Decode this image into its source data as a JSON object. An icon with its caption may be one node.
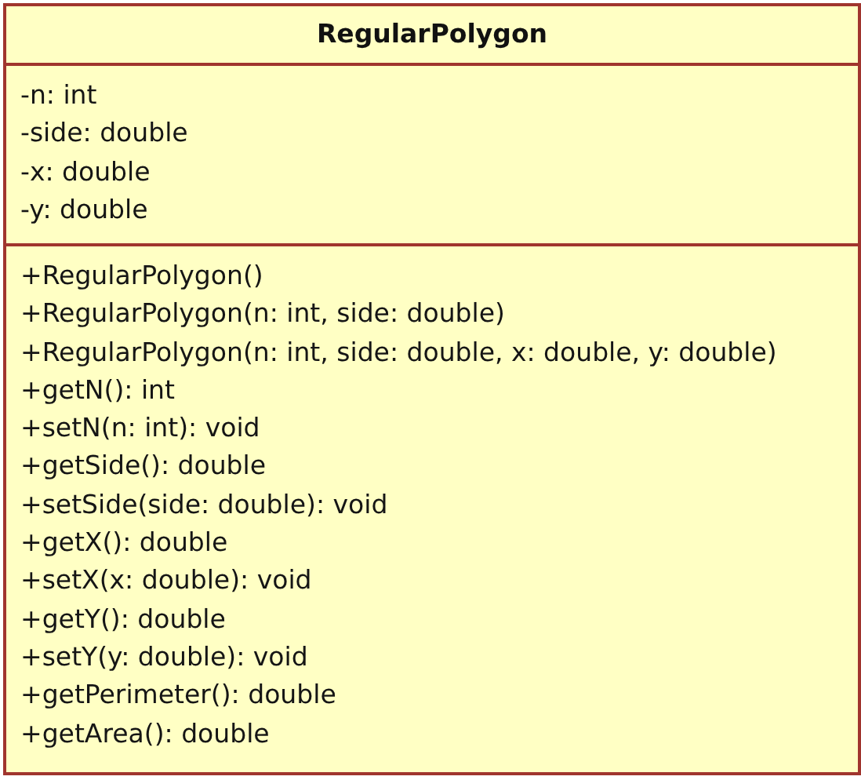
{
  "diagram": {
    "nodes": [
      {
        "text": [
          "RegularPolygon"
        ]
      },
      {
        "text": [
          "-n: int",
          "-side: double",
          "-x: double",
          "-y: double"
        ],
        "in": 0
      },
      {
        "text": [
          "+RegularPolygon()",
          "+RegularPolygon(n: int, side: double)",
          "+RegularPolygon(n: int, side: double, x: double, y: double)",
          "+getN(): int",
          "+setN(n: int): void",
          "+getSide(): double",
          "+setSide(side: double): void",
          "+getX(): double",
          "+setX(x: double): void",
          "+getY(): double",
          "+setY(y: double): void",
          "+getPerimeter(): double",
          "+getArea(): double"
        ],
        "in": 0
      }
    ]
  }
}
